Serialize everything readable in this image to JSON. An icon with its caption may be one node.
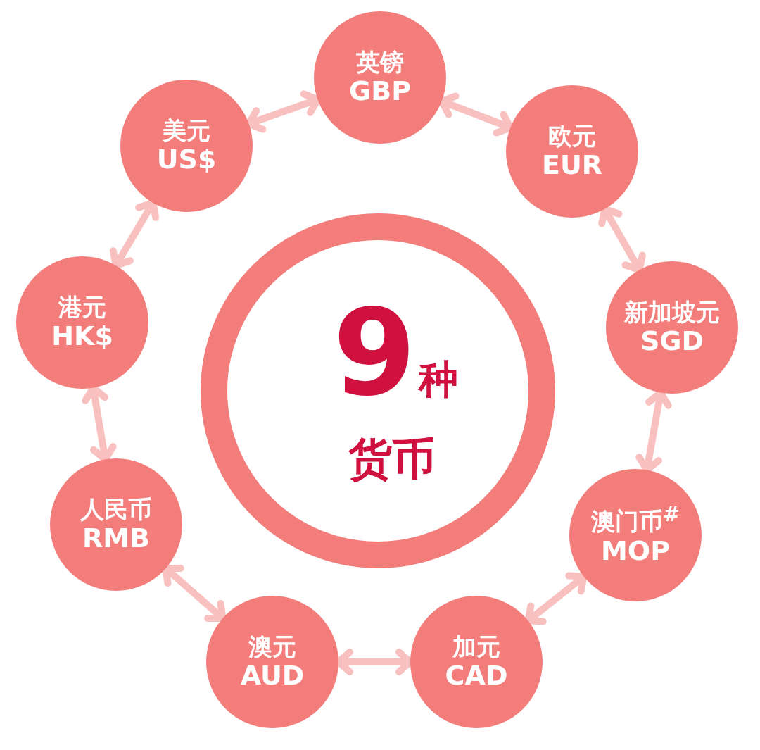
{
  "diagram": {
    "nodes": [
      {
        "text": [
          "9",
          "种",
          "货币"
        ]
      },
      {
        "text": [
          "英镑",
          "GBP"
        ]
      },
      {
        "text": [
          "欧元",
          "EUR"
        ]
      },
      {
        "text": [
          "新加坡元",
          "SGD"
        ]
      },
      {
        "text": [
          "澳门币$^{#}$",
          "MOP"
        ]
      },
      {
        "text": [
          "加元",
          "CAD"
        ]
      },
      {
        "text": [
          "澳元",
          "AUD"
        ]
      },
      {
        "text": [
          "人民币",
          "RMB"
        ]
      },
      {
        "text": [
          "港元",
          "HK$"
        ]
      },
      {
        "text": [
          "美元",
          "US$"
        ]
      }
    ],
    "edges": [
      {
        "from": 1,
        "to": 2,
        "arrow": "both"
      },
      {
        "from": 2,
        "to": 3,
        "arrow": "both"
      },
      {
        "from": 3,
        "to": 4,
        "arrow": "both"
      },
      {
        "from": 4,
        "to": 5,
        "arrow": "both"
      },
      {
        "from": 5,
        "to": 6,
        "arrow": "both"
      },
      {
        "from": 6,
        "to": 7,
        "arrow": "both"
      },
      {
        "from": 7,
        "to": 8,
        "arrow": "both"
      },
      {
        "from": 8,
        "to": 9,
        "arrow": "both"
      },
      {
        "from": 9,
        "to": 1,
        "arrow": "both"
      }
    ]
  }
}
